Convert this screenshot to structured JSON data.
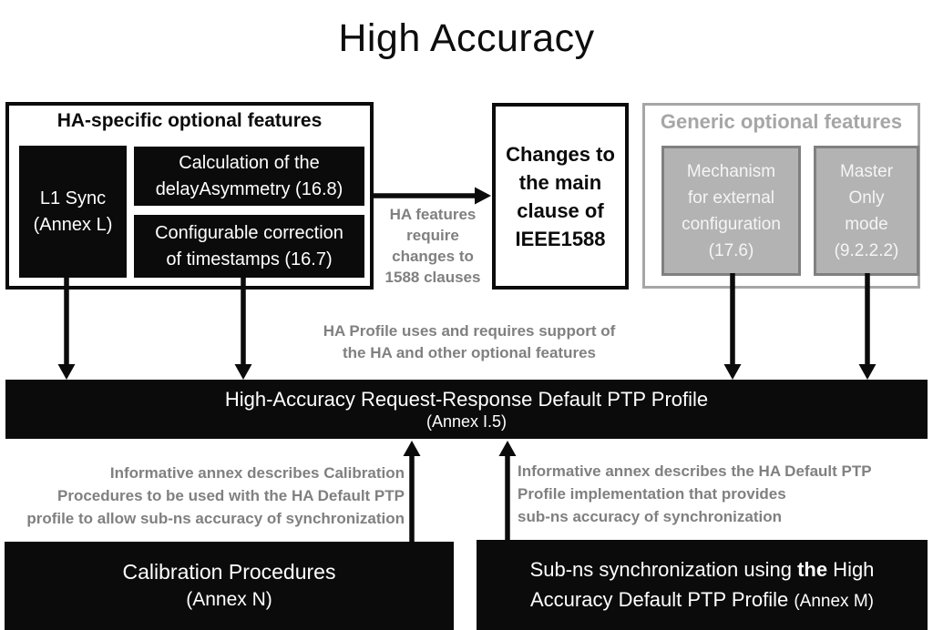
{
  "title": "High Accuracy",
  "ha_features": {
    "title": "HA-specific optional features",
    "items": [
      {
        "name": "l1-sync",
        "label": [
          "L1 Sync",
          "(Annex L)"
        ]
      },
      {
        "name": "delay-asymmetry",
        "label": [
          "Calculation of the",
          "delayAsymmetry (16.8)"
        ]
      },
      {
        "name": "configurable-correction",
        "label": [
          "Configurable correction",
          "of timestamps (16.7)"
        ]
      }
    ]
  },
  "changes_box": {
    "label": [
      "Changes to",
      "the main",
      "clause of",
      "IEEE1588"
    ]
  },
  "arrow_label": [
    "HA features",
    "require",
    "changes to",
    "1588 clauses"
  ],
  "generic_features": {
    "title": "Generic optional features",
    "items": [
      {
        "name": "external-configuration",
        "label": [
          "Mechanism",
          "for external",
          "configuration",
          "(17.6)"
        ]
      },
      {
        "name": "master-only",
        "label": [
          "Master",
          "Only",
          "mode",
          "(9.2.2.2)"
        ]
      }
    ]
  },
  "profile_note": [
    "HA Profile uses and requires  support of",
    "the HA and other optional features"
  ],
  "profile_bar": {
    "line1": "High-Accuracy Request-Response Default PTP Profile",
    "line2": "(Annex I.5)"
  },
  "calibration_note": [
    "Informative annex describes Calibration",
    "Procedures to be used with the HA Default PTP",
    "profile to allow sub-ns accuracy of synchronization"
  ],
  "subns_note": [
    "Informative annex describes the HA Default PTP",
    "Profile implementation that provides",
    "sub-ns accuracy of synchronization"
  ],
  "calibration_box": {
    "line1": "Calibration Procedures",
    "line2": "(Annex N)"
  },
  "subns_box": {
    "pre": "Sub-ns synchronization using ",
    "bold": "the",
    "post": " High Accuracy Default PTP Profile ",
    "annex": "(Annex M)"
  },
  "colors": {
    "black": "#0b0b0b",
    "white": "#ffffff",
    "gray_note_text": "#808080",
    "gray_light_border": "#a6a6a6",
    "gray_chip_fill": "#b3b3b3",
    "gray_chip_border": "#808080"
  }
}
